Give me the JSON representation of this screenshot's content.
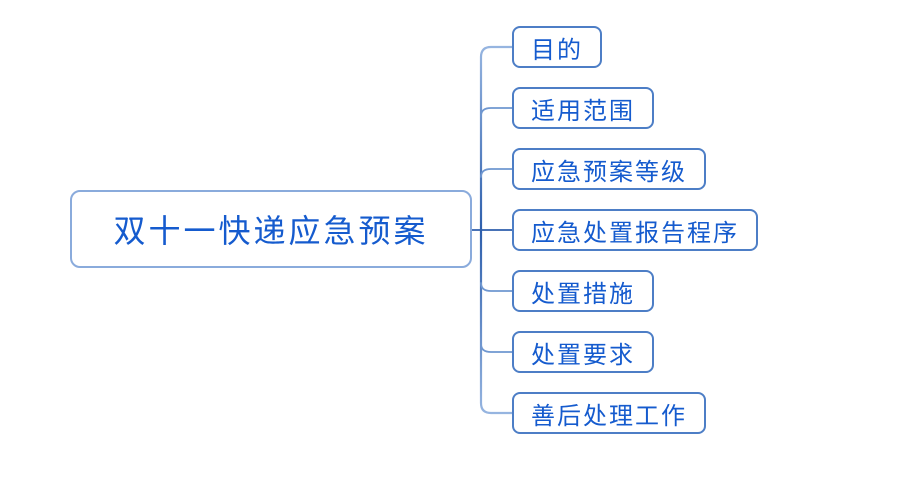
{
  "diagram": {
    "type": "mindmap",
    "direction": "right"
  },
  "root": {
    "label": "双十一快递应急预案"
  },
  "children": [
    {
      "label": "目的"
    },
    {
      "label": "适用范围"
    },
    {
      "label": "应急预案等级"
    },
    {
      "label": "应急处置报告程序"
    },
    {
      "label": "处置措施"
    },
    {
      "label": "处置要求"
    },
    {
      "label": "善后处理工作"
    }
  ],
  "colors": {
    "text": "#155bce",
    "root_border": "#8aabdc",
    "child_border": "#4d7ec6",
    "line": "#6f97d0",
    "line_dark": "#2e5fac",
    "line_light": "#9ab8e2",
    "background": "#ffffff"
  }
}
